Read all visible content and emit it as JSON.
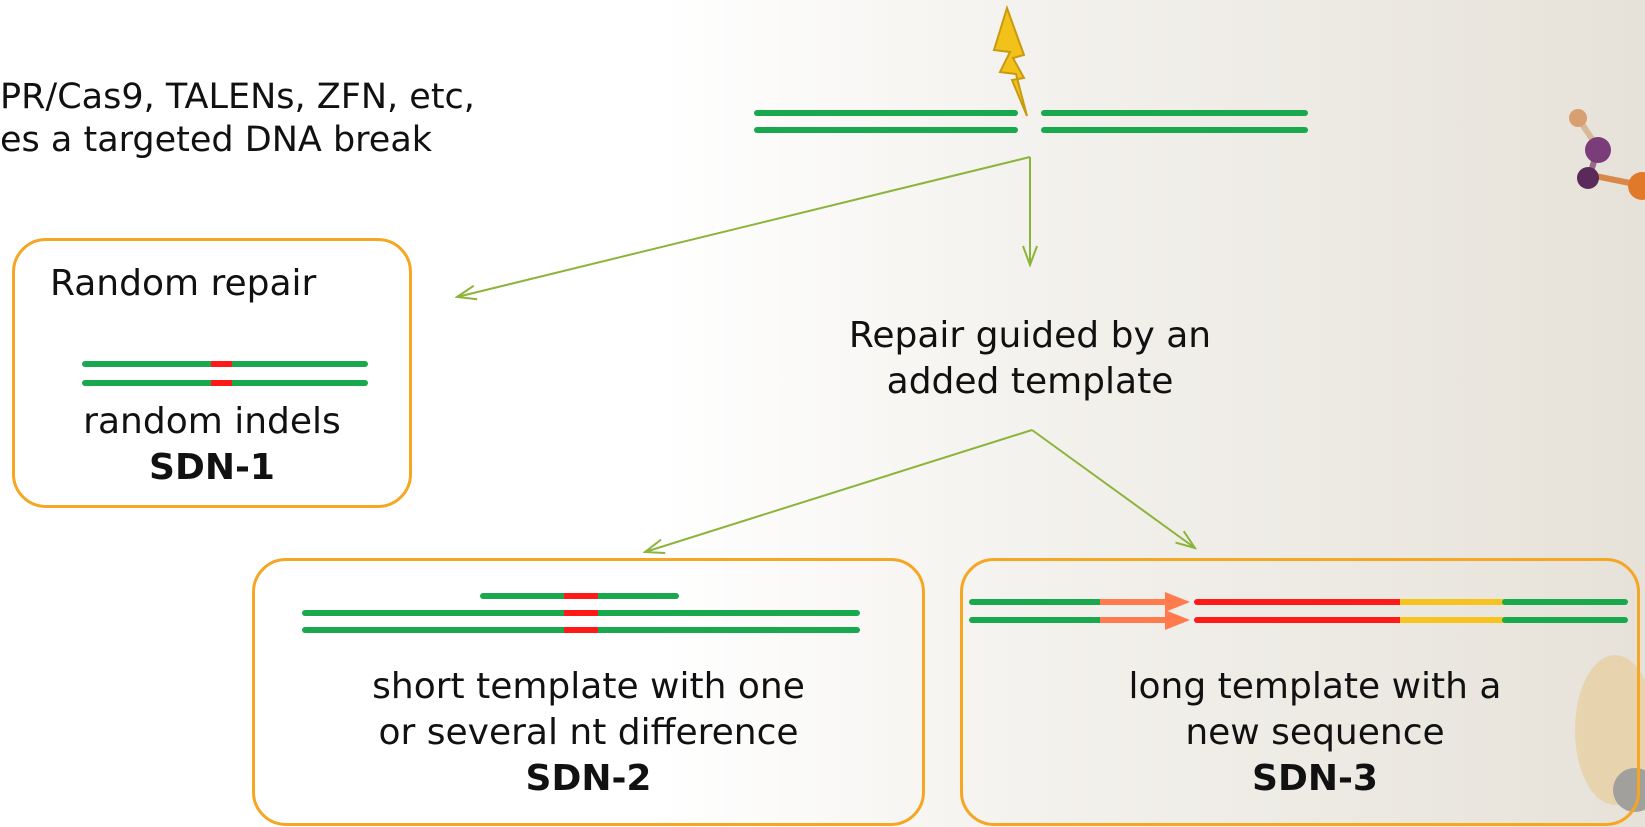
{
  "intro": {
    "line1": "PR/Cas9, TALENs, ZFN, etc,",
    "line2": "es a targeted DNA break"
  },
  "sdn1": {
    "heading": "Random repair",
    "caption": "random indels",
    "label": "SDN-1"
  },
  "template_repair": {
    "line1": "Repair guided by an",
    "line2": "added template"
  },
  "sdn2": {
    "caption_line1": "short template with one",
    "caption_line2": "or several nt difference",
    "label": "SDN-2"
  },
  "sdn3": {
    "caption_line1": "long template with a",
    "caption_line2": "new sequence",
    "label": "SDN-3"
  },
  "colors": {
    "dna_strand": "#1aa84f",
    "mutation": "#ff1a1a",
    "insert_arrow": "#ff7a4d",
    "insert_yellow": "#f7c31f",
    "box_border": "#f5a623",
    "arrow": "#8cb43a",
    "lightning": "#f2c21b"
  }
}
